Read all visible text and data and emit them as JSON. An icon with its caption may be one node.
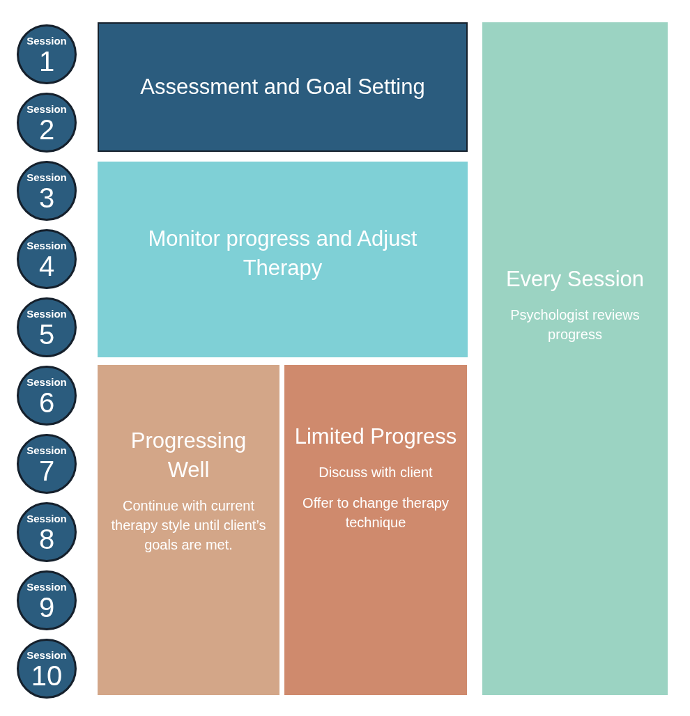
{
  "diagram": {
    "nodes": [
      {
        "text": [
          "Session",
          "1"
        ]
      },
      {
        "text": [
          "Session",
          "2"
        ]
      },
      {
        "text": [
          "Session",
          "3"
        ]
      },
      {
        "text": [
          "Session",
          "4"
        ]
      },
      {
        "text": [
          "Session",
          "5"
        ]
      },
      {
        "text": [
          "Session",
          "6"
        ]
      },
      {
        "text": [
          "Session",
          "7"
        ]
      },
      {
        "text": [
          "Session",
          "8"
        ]
      },
      {
        "text": [
          "Session",
          "9"
        ]
      },
      {
        "text": [
          "Session",
          "10"
        ]
      },
      {
        "text": [
          "Assessment and Goal Setting"
        ]
      },
      {
        "text": [
          "Monitor progress and Adjust Therapy"
        ]
      },
      {
        "text": [
          "Progressing Well",
          "Continue with current therapy style until client’s goals are met."
        ]
      },
      {
        "text": [
          "Limited Progress",
          "Discuss with client",
          "Offer to change therapy technique"
        ]
      },
      {
        "text": [
          "Every Session",
          "Psychologist reviews progress"
        ]
      }
    ]
  }
}
